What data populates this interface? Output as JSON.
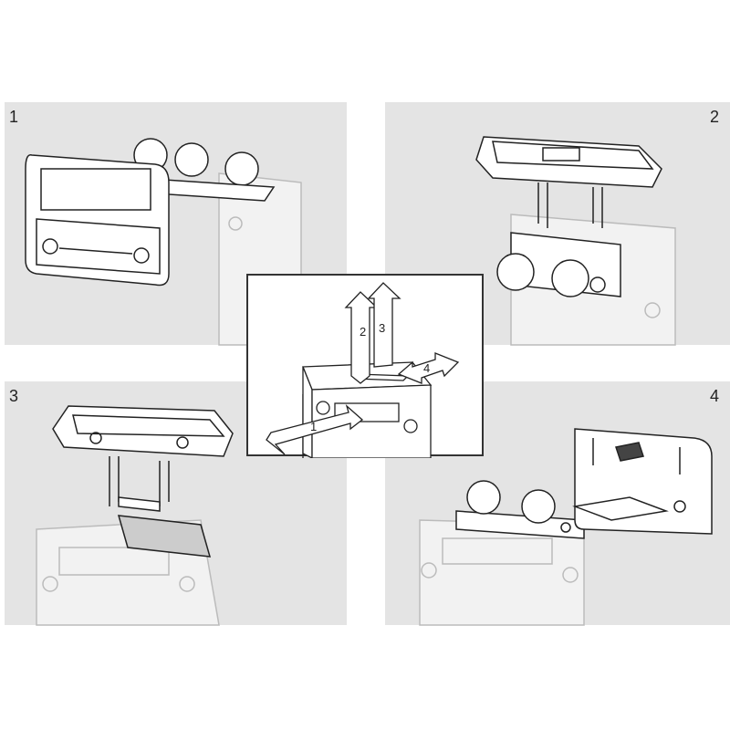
{
  "steps": [
    {
      "number": "1"
    },
    {
      "number": "2"
    },
    {
      "number": "3"
    },
    {
      "number": "4"
    }
  ],
  "center_arrows": [
    "1",
    "2",
    "3",
    "4"
  ]
}
